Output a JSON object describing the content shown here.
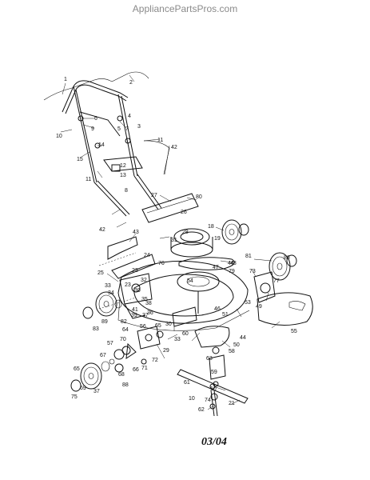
{
  "watermark": "AppliancePartsPros.com",
  "date_code": "03/04",
  "part_labels": [
    {
      "id": "l1",
      "text": "1"
    },
    {
      "id": "l2",
      "text": "2"
    },
    {
      "id": "l3",
      "text": "3"
    },
    {
      "id": "l4",
      "text": "4"
    },
    {
      "id": "l5",
      "text": "5"
    },
    {
      "id": "l6",
      "text": "6"
    },
    {
      "id": "l7",
      "text": "7"
    },
    {
      "id": "l8",
      "text": "8"
    },
    {
      "id": "l9",
      "text": "9"
    },
    {
      "id": "l10a",
      "text": "10"
    },
    {
      "id": "l11a",
      "text": "11"
    },
    {
      "id": "l11b",
      "text": "11"
    },
    {
      "id": "l12",
      "text": "12"
    },
    {
      "id": "l13",
      "text": "13"
    },
    {
      "id": "l14",
      "text": "14"
    },
    {
      "id": "l15",
      "text": "15"
    },
    {
      "id": "l42a",
      "text": "42"
    },
    {
      "id": "l42b",
      "text": "42"
    },
    {
      "id": "l27",
      "text": "27"
    },
    {
      "id": "l80",
      "text": "80"
    },
    {
      "id": "l26",
      "text": "26"
    },
    {
      "id": "l43",
      "text": "43"
    },
    {
      "id": "l31",
      "text": "31"
    },
    {
      "id": "l28",
      "text": "28"
    },
    {
      "id": "l18",
      "text": "18"
    },
    {
      "id": "l19",
      "text": "19"
    },
    {
      "id": "l24",
      "text": "24"
    },
    {
      "id": "l76",
      "text": "76"
    },
    {
      "id": "l48",
      "text": "48"
    },
    {
      "id": "l47",
      "text": "47"
    },
    {
      "id": "l79",
      "text": "79"
    },
    {
      "id": "l81",
      "text": "81"
    },
    {
      "id": "l73",
      "text": "73"
    },
    {
      "id": "l86",
      "text": "86"
    },
    {
      "id": "l77",
      "text": "77"
    },
    {
      "id": "l25",
      "text": "25"
    },
    {
      "id": "l33a",
      "text": "33"
    },
    {
      "id": "l34",
      "text": "34"
    },
    {
      "id": "l23a",
      "text": "23"
    },
    {
      "id": "l23b",
      "text": "23"
    },
    {
      "id": "l30a",
      "text": "30"
    },
    {
      "id": "l32",
      "text": "32"
    },
    {
      "id": "l35",
      "text": "35"
    },
    {
      "id": "l38",
      "text": "38"
    },
    {
      "id": "l36",
      "text": "36"
    },
    {
      "id": "l89a",
      "text": "89"
    },
    {
      "id": "l82",
      "text": "82"
    },
    {
      "id": "l41",
      "text": "41"
    },
    {
      "id": "l39",
      "text": "39"
    },
    {
      "id": "l37a",
      "text": "37"
    },
    {
      "id": "l83",
      "text": "83"
    },
    {
      "id": "l54",
      "text": "54"
    },
    {
      "id": "l46",
      "text": "46"
    },
    {
      "id": "l51",
      "text": "51"
    },
    {
      "id": "l49",
      "text": "49"
    },
    {
      "id": "l53",
      "text": "53"
    },
    {
      "id": "l55",
      "text": "55"
    },
    {
      "id": "l44a",
      "text": "44"
    },
    {
      "id": "l50",
      "text": "50"
    },
    {
      "id": "l58",
      "text": "58"
    },
    {
      "id": "l56",
      "text": "56"
    },
    {
      "id": "l65a",
      "text": "65"
    },
    {
      "id": "l30b",
      "text": "30"
    },
    {
      "id": "l33b",
      "text": "33"
    },
    {
      "id": "l64",
      "text": "64"
    },
    {
      "id": "l70",
      "text": "70"
    },
    {
      "id": "l57",
      "text": "57"
    },
    {
      "id": "l29",
      "text": "29"
    },
    {
      "id": "l60",
      "text": "60"
    },
    {
      "id": "l63",
      "text": "63"
    },
    {
      "id": "l59",
      "text": "59"
    },
    {
      "id": "l72",
      "text": "72"
    },
    {
      "id": "l71",
      "text": "71"
    },
    {
      "id": "l66",
      "text": "66"
    },
    {
      "id": "l67",
      "text": "67"
    },
    {
      "id": "l65b",
      "text": "65"
    },
    {
      "id": "l68",
      "text": "68"
    },
    {
      "id": "l69",
      "text": "69"
    },
    {
      "id": "l88",
      "text": "88"
    },
    {
      "id": "l37b",
      "text": "37"
    },
    {
      "id": "l75",
      "text": "75"
    },
    {
      "id": "l61",
      "text": "61"
    },
    {
      "id": "l10b",
      "text": "10"
    },
    {
      "id": "l10c",
      "text": "10"
    },
    {
      "id": "l74",
      "text": "74"
    },
    {
      "id": "l62",
      "text": "62"
    },
    {
      "id": "l21",
      "text": "21"
    },
    {
      "id": "l44b",
      "text": "44"
    }
  ]
}
